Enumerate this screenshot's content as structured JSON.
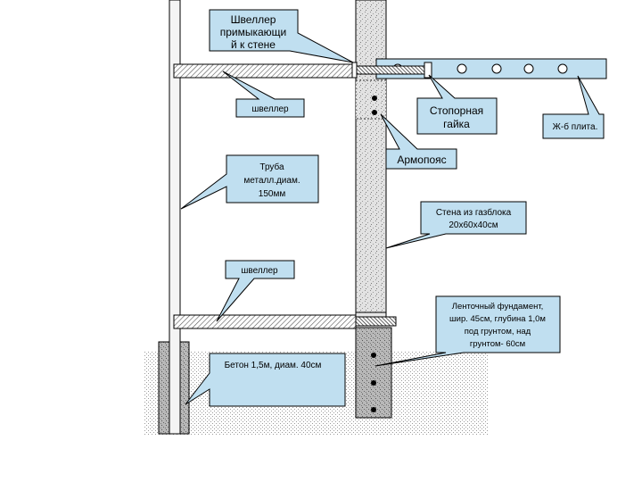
{
  "labels": {
    "channel_wall": [
      "Швеллер",
      "примыкающи",
      "й к стене"
    ],
    "channel_top": "швеллер",
    "pipe": [
      "Труба",
      "металл.диам.",
      "150мм"
    ],
    "channel_bottom": "швеллер",
    "concrete": "Бетон 1,5м, диам. 40см",
    "lock_nut": [
      "Стопорная",
      "гайка"
    ],
    "slab": "Ж-б плита.",
    "armopoyas": "Армопояс",
    "wall": [
      "Стена из газблока",
      "20х60х40см"
    ],
    "foundation": [
      "Ленточный фундамент,",
      "шир. 45см, глубина 1,0м",
      "под грунтом, над",
      "грунтом- 60см"
    ]
  },
  "colors": {
    "callout_fill": "#c0dff0",
    "slab_fill": "#c0dff0",
    "outline": "#000000"
  }
}
